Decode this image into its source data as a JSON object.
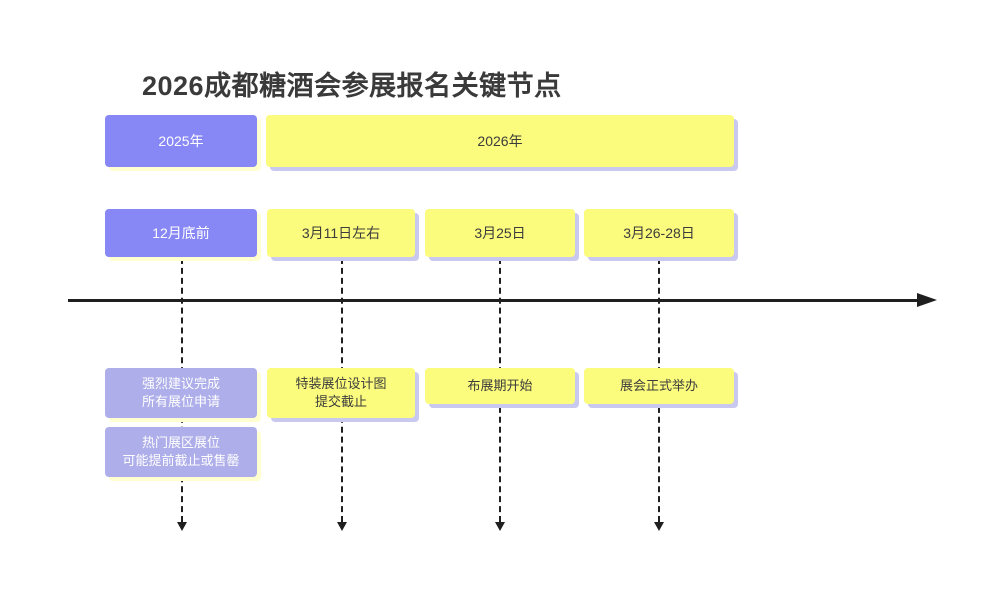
{
  "title": "2026成都糖酒会参展报名关键节点",
  "colors": {
    "purple": "#8787f5",
    "purple_light": "#aeaeea",
    "yellow": "#fbfb7d",
    "shadow_yellow": "#ffffd0",
    "shadow_purple": "#c9c9f0",
    "line": "#1f1f1f"
  },
  "timeline": {
    "year_row": [
      {
        "label": "2025年",
        "variant": "purple"
      },
      {
        "label": "2026年",
        "variant": "yellow"
      }
    ],
    "date_row": [
      {
        "label": "12月底前",
        "variant": "purple"
      },
      {
        "label": "3月11日左右",
        "variant": "yellow"
      },
      {
        "label": "3月25日",
        "variant": "yellow"
      },
      {
        "label": "3月26-28日",
        "variant": "yellow"
      }
    ],
    "event_row": [
      {
        "label": "强烈建议完成\n所有展位申请",
        "variant": "purple"
      },
      {
        "label": "热门展区展位\n可能提前截止或售罄",
        "variant": "purple"
      },
      {
        "label": "特装展位设计图\n提交截止",
        "variant": "yellow"
      },
      {
        "label": "布展期开始",
        "variant": "yellow"
      },
      {
        "label": "展会正式举办",
        "variant": "yellow"
      }
    ]
  }
}
